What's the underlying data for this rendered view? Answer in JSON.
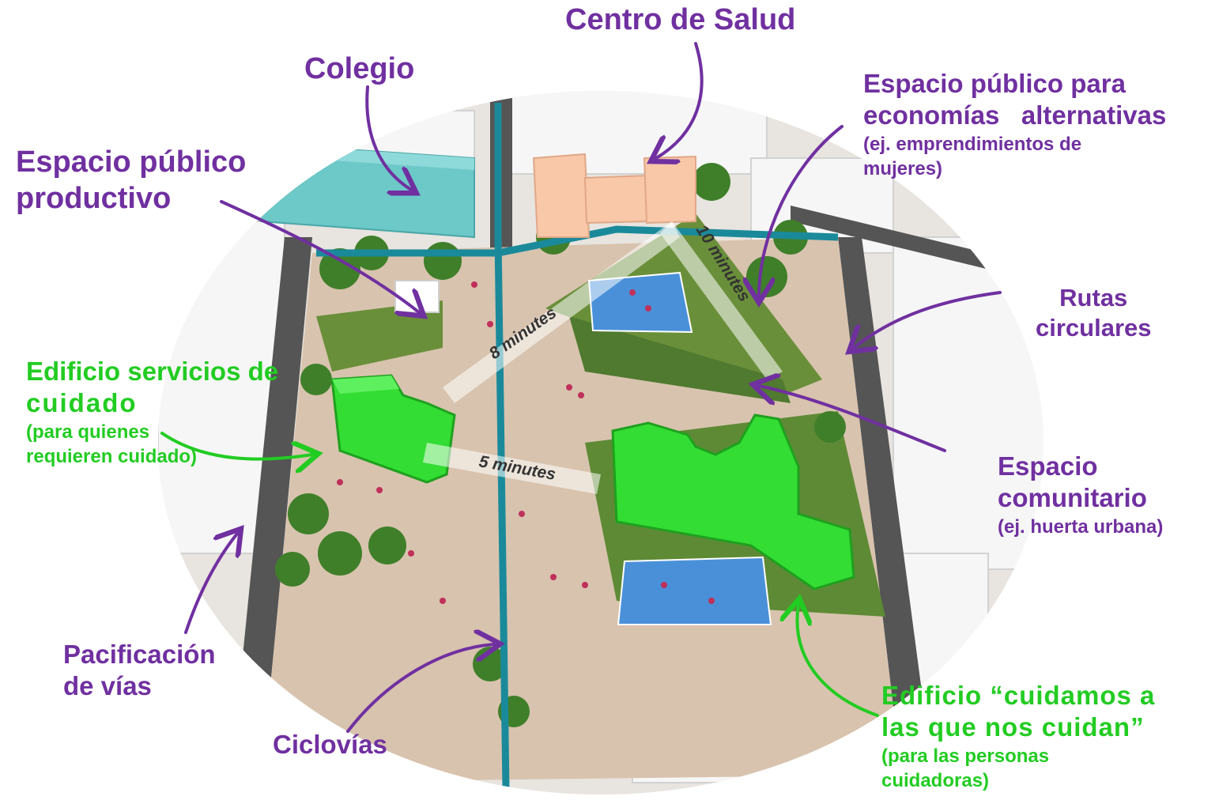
{
  "colors": {
    "purple": "#7030a0",
    "green": "#22cc22",
    "bright_green_building": "#33dd33",
    "teal_building": "#6dc8c8",
    "peach_building": "#f8c8a8",
    "sports_court": "#4a90d9",
    "bike_lane": "#1a8a9a"
  },
  "labels": {
    "centro_salud": "Centro de Salud",
    "colegio": "Colegio",
    "espacio_economias": {
      "line1": "Espacio público para",
      "line2": "economías   alternativas",
      "line3": "(ej. emprendimientos de",
      "line4": "mujeres)"
    },
    "espacio_productivo": {
      "line1": "Espacio público",
      "line2": "productivo"
    },
    "rutas": {
      "line1": "Rutas",
      "line2": "circulares"
    },
    "edificio_servicios": {
      "line1": "Edificio servicios de",
      "line2": "cuidado",
      "line3": "(para quienes",
      "line4": "requieren cuidado)"
    },
    "espacio_comunitario": {
      "line1": "Espacio",
      "line2": "comunitario",
      "line3": "(ej. huerta urbana)"
    },
    "pacificacion": {
      "line1": "Pacificación",
      "line2": "de vías"
    },
    "ciclovias": "Ciclovías",
    "edificio_cuidamos": {
      "line1": "Edificio “cuidamos a",
      "line2": "las que nos cuidan”",
      "line3": "(para las personas",
      "line4": "cuidadoras)"
    }
  },
  "map": {
    "time_labels": [
      "8 minutes",
      "10 minutes",
      "5 minutes"
    ]
  }
}
